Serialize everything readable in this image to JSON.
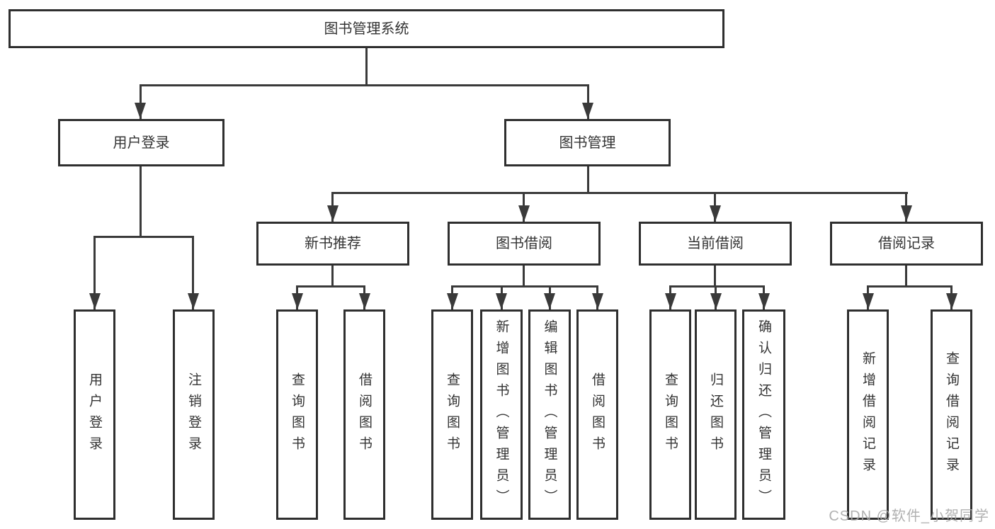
{
  "diagram": {
    "title_node": {
      "label": "图书管理系统"
    },
    "branches": {
      "user_login": {
        "label": "用户登录",
        "children": [
          {
            "label": "用户登录"
          },
          {
            "label": "注销登录"
          }
        ]
      },
      "book_mgmt": {
        "label": "图书管理",
        "modules": [
          {
            "label": "新书推荐",
            "children": [
              {
                "label": "查询图书"
              },
              {
                "label": "借阅图书"
              }
            ]
          },
          {
            "label": "图书借阅",
            "children": [
              {
                "label": "查询图书"
              },
              {
                "label": "新增图书（管理员）"
              },
              {
                "label": "编辑图书（管理员）"
              },
              {
                "label": "借阅图书"
              }
            ]
          },
          {
            "label": "当前借阅",
            "children": [
              {
                "label": "查询图书"
              },
              {
                "label": "归还图书"
              },
              {
                "label": "确认归还（管理员）"
              }
            ]
          },
          {
            "label": "借阅记录",
            "children": [
              {
                "label": "新增借阅记录"
              },
              {
                "label": "查询借阅记录"
              }
            ]
          }
        ]
      }
    },
    "colors": {
      "line": "#3a3a3a",
      "border": "#2f2f2f",
      "text": "#333333",
      "background": "#ffffff",
      "watermark": "#a9a9a9"
    }
  },
  "watermark": {
    "text": "CSDN @软件_小贺同学"
  }
}
